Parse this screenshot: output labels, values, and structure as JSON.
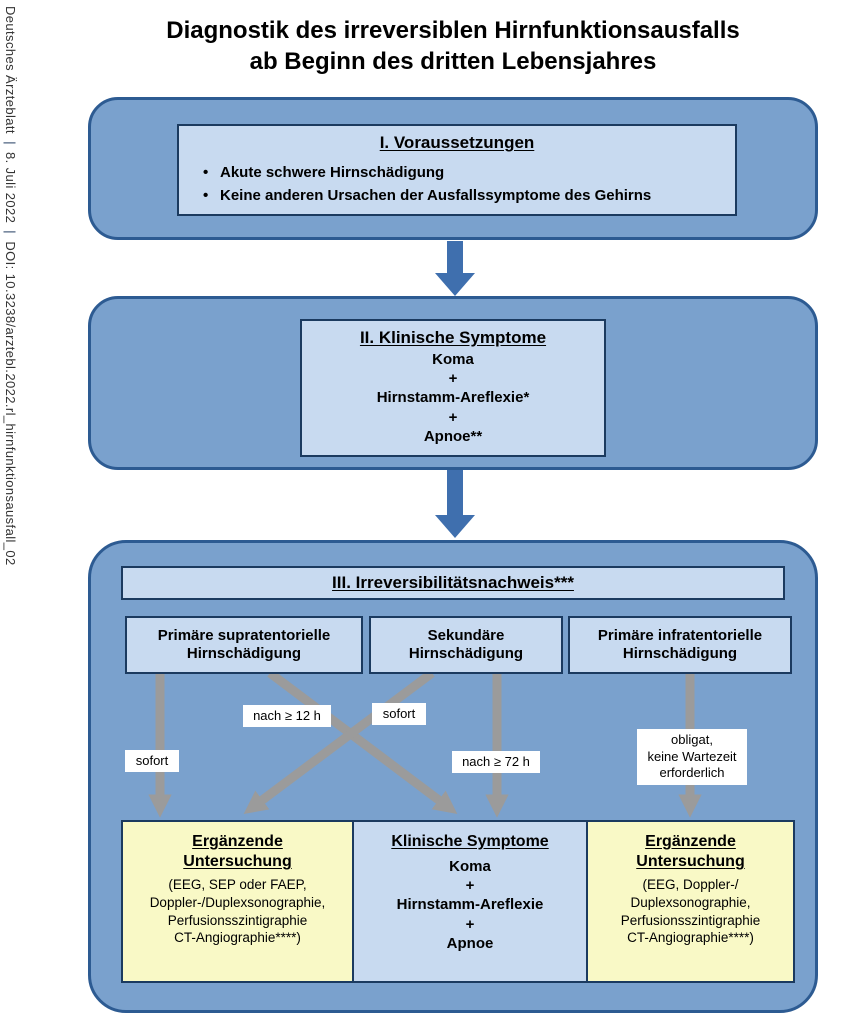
{
  "source": {
    "journal": "Deutsches Ärzteblatt",
    "date": "8. Juli 2022",
    "doi": "DOI: 10.3238/arztebl.2022.rl_hirnfunktionsausfall_02",
    "separator": "|"
  },
  "title": {
    "line1": "Diagnostik des irreversiblen Hirnfunktionsausfalls",
    "line2": "ab Beginn des dritten Lebensjahres"
  },
  "section1": {
    "heading": "I. Voraussetzungen",
    "bullets": [
      "Akute schwere Hirnschädigung",
      "Keine anderen Ursachen der Ausfallssymptome des Gehirns"
    ]
  },
  "section2": {
    "heading": "II. Klinische Symptome",
    "lines": [
      "Koma",
      "+",
      "Hirnstamm-Areflexie*",
      "+",
      "Apnoe**"
    ]
  },
  "section3": {
    "heading": "III. Irreversibilitätsnachweis***",
    "categories": [
      "Primäre supratentorielle Hirnschädigung",
      "Sekundäre Hirnschädigung",
      "Primäre infratentorielle Hirnschädigung"
    ],
    "arrow_labels": {
      "sofort_left": "sofort",
      "nach_12h": "nach ≥ 12 h",
      "sofort_middle": "sofort",
      "nach_72h": "nach ≥ 72 h",
      "obligat_lines": [
        "obligat,",
        "keine Wartezeit",
        "erforderlich"
      ]
    },
    "outcomes": {
      "left": {
        "heading_lines": [
          "Ergänzende",
          "Untersuchung"
        ],
        "body_lines": [
          "(EEG, SEP oder FAEP,",
          "Doppler-/Duplexsonographie,",
          "Perfusionsszintigraphie",
          "CT-Angiographie****)"
        ]
      },
      "middle": {
        "heading": "Klinische Symptome",
        "lines": [
          "Koma",
          "+",
          "Hirnstamm-Areflexie",
          "+",
          "Apnoe"
        ]
      },
      "right": {
        "heading_lines": [
          "Ergänzende",
          "Untersuchung"
        ],
        "body_lines": [
          "(EEG, Doppler-/",
          "Duplexsonographie,",
          "Perfusionsszintigraphie",
          "CT-Angiographie****)"
        ]
      }
    }
  },
  "colors": {
    "panel_fill": "#7aa1cd",
    "panel_border": "#2d5b92",
    "inner_box_fill": "#c8daf0",
    "inner_box_border": "#1b3a5f",
    "outcome_yellow": "#f9f9c6",
    "flow_arrow_blue": "#3f6fae",
    "pathway_arrow_gray": "#9b9b9b"
  }
}
